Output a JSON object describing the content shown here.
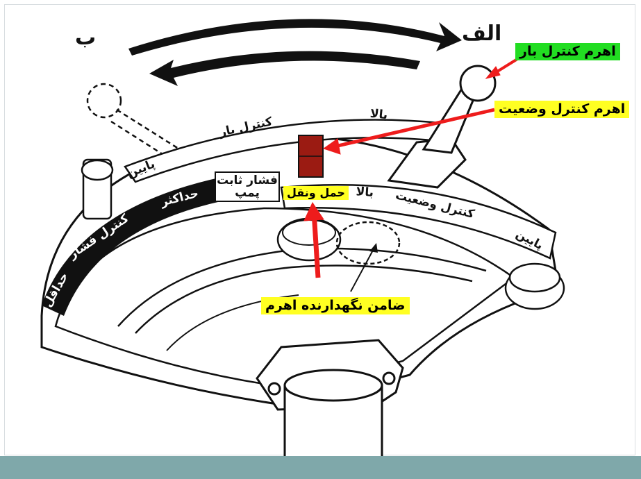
{
  "labels": {
    "direction_a": "الف",
    "direction_b": "ب",
    "load_control_lever": "اهرم کنترل بار",
    "position_control_lever": "اهرم کنترل وضعیت",
    "transport": "حمل ونقل",
    "lever_retainer": "ضامن نگهدارنده اهرم"
  },
  "scale_upper": {
    "up": "بالا",
    "load_control": "کنترل بار",
    "down": "پایین"
  },
  "scale_lower": {
    "up": "بالا",
    "position_control": "کنترل وضعیت",
    "down": "پایین"
  },
  "scale_pressure": {
    "fixed_pressure_line1": "فشار ثابت",
    "fixed_pressure_line2": "پمپ",
    "max": "حداکثر",
    "pressure_control": "کنترل فشار",
    "min": "حداقل"
  },
  "colors": {
    "arrow_red": "#ee1c1c",
    "highlight_green": "#22dd22",
    "highlight_yellow": "#ffff22",
    "footer": "#7fa8aa",
    "indicator": "#9b1b12"
  }
}
